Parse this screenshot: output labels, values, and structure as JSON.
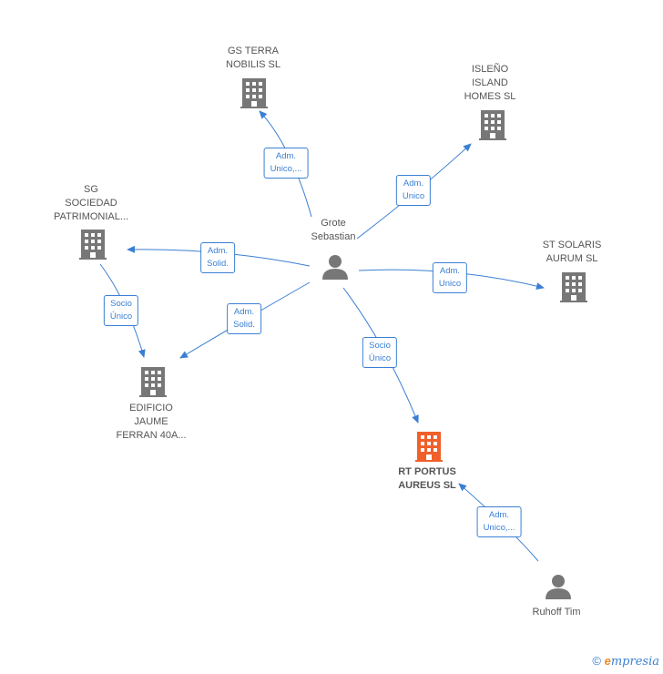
{
  "nodes": {
    "gs_terra": {
      "label": "GS TERRA\nNOBILIS  SL"
    },
    "isleno": {
      "label": "ISLEÑO\nISLAND\nHOMES  SL"
    },
    "sg_sociedad": {
      "label": "SG\nSOCIEDAD\nPATRIMONIAL..."
    },
    "st_solaris": {
      "label": "ST SOLARIS\nAURUM  SL"
    },
    "edificio": {
      "label": "EDIFICIO\nJAUME\nFERRAN 40A..."
    },
    "rt_portus": {
      "label": "RT PORTUS\nAUREUS  SL"
    },
    "grote": {
      "label": "Grote\nSebastian"
    },
    "ruhoff": {
      "label": "Ruhoff Tim"
    }
  },
  "edges": {
    "e_gs": "Adm.\nUnico,...",
    "e_isleno": "Adm.\nUnico",
    "e_sg": "Adm.\nSolid.",
    "e_st": "Adm.\nUnico",
    "e_edif": "Adm.\nSolid.",
    "e_sg_edif": "Socio\nÚnico",
    "e_rt": "Socio\nÚnico",
    "e_ruhoff": "Adm.\nUnico,..."
  },
  "footer": {
    "copyright": "©",
    "brand_e": "e",
    "brand_rest": "mpresia"
  },
  "colors": {
    "edge": "#3b7fd4",
    "company": "#777777",
    "main_company": "#f0602a",
    "person": "#777777"
  }
}
